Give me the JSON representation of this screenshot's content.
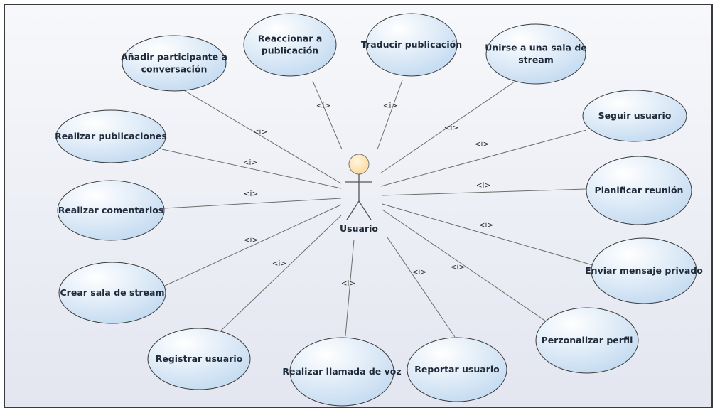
{
  "actor": {
    "name": "Usuario"
  },
  "colors": {
    "ellipse_fill_top": "#ffffff",
    "ellipse_fill_bottom": "#bcd6ef",
    "ellipse_stroke": "#3b3b3b",
    "actor_head": "#fbd99b",
    "background_top": "#f7f8fb",
    "background_bottom": "#e3e6f0"
  },
  "stereotype": "<i>",
  "use_cases": [
    {
      "id": "anadir",
      "lines": [
        "Añadir participante a",
        "conversación"
      ]
    },
    {
      "id": "reaccionar",
      "lines": [
        "Reaccionar a",
        "publicación"
      ]
    },
    {
      "id": "traducir",
      "lines": [
        "Traducir publicación"
      ]
    },
    {
      "id": "unirse",
      "lines": [
        "Unirse a una sala de",
        "stream"
      ]
    },
    {
      "id": "realizar-publicaciones",
      "lines": [
        "Realizar publicaciones"
      ]
    },
    {
      "id": "seguir",
      "lines": [
        "Seguir usuario"
      ]
    },
    {
      "id": "realizar-comentarios",
      "lines": [
        "Realizar comentarios"
      ]
    },
    {
      "id": "planificar",
      "lines": [
        "Planificar reunión"
      ]
    },
    {
      "id": "crear-sala",
      "lines": [
        "Crear sala de stream"
      ]
    },
    {
      "id": "enviar",
      "lines": [
        "Enviar mensaje privado"
      ]
    },
    {
      "id": "registrar",
      "lines": [
        "Registrar usuario"
      ]
    },
    {
      "id": "llamada",
      "lines": [
        "Realizar llamada de voz"
      ]
    },
    {
      "id": "reportar",
      "lines": [
        "Reportar usuario"
      ]
    },
    {
      "id": "perzonalizar",
      "lines": [
        "Perzonalizar perfil"
      ]
    }
  ]
}
